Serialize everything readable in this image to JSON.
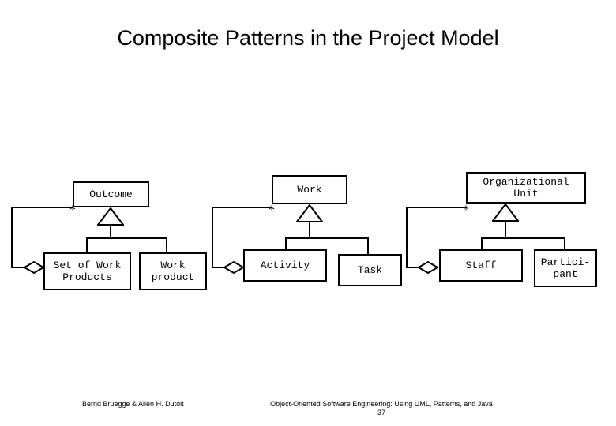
{
  "slide": {
    "title": "Composite Patterns in the Project Model",
    "footer": {
      "left": "Bernd Bruegge & Allen H. Dutoit",
      "center_line1": "Object-Oriented Software Engineering: Using UML, Patterns, and Java",
      "center_line2": "37"
    }
  },
  "diagram": {
    "type": "uml-class-diagram",
    "groups": [
      {
        "name": "outcome-group",
        "composite": {
          "label": "Outcome",
          "multiplicity": "*"
        },
        "children": [
          {
            "label_line1": "Set of Work",
            "label_line2": "Products"
          },
          {
            "label_line1": "Work",
            "label_line2": "product"
          }
        ]
      },
      {
        "name": "work-group",
        "composite": {
          "label": "Work",
          "multiplicity": "*"
        },
        "children": [
          {
            "label_line1": "Activity",
            "label_line2": ""
          },
          {
            "label_line1": "Task",
            "label_line2": ""
          }
        ]
      },
      {
        "name": "organizational-unit-group",
        "composite": {
          "label_line1": "Organizational",
          "label_line2": "Unit",
          "multiplicity": "*"
        },
        "children": [
          {
            "label_line1": "Staff",
            "label_line2": ""
          },
          {
            "label_line1": "Partici-",
            "label_line2": "pant"
          }
        ]
      }
    ],
    "colors": {
      "line": "#000000",
      "fill": "#ffffff",
      "text": "#000000"
    }
  }
}
